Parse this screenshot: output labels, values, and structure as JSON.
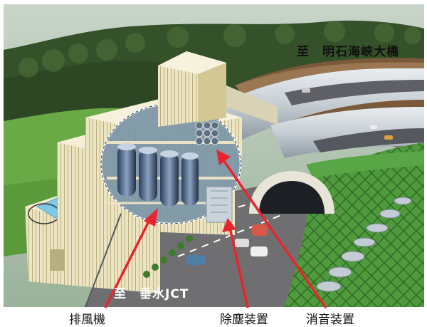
{
  "labels": {
    "destination_top": "至　明石海峡大橋",
    "destination_bottom": "至　垂水JCT",
    "callouts": [
      "排風機",
      "除塵装置",
      "消音装置"
    ]
  },
  "colors": {
    "arrow": "#e8242f",
    "building": "#ece4c0",
    "grass": "#5a9a3a",
    "road": "#6f6f72",
    "forest": "#3c5a2a"
  }
}
